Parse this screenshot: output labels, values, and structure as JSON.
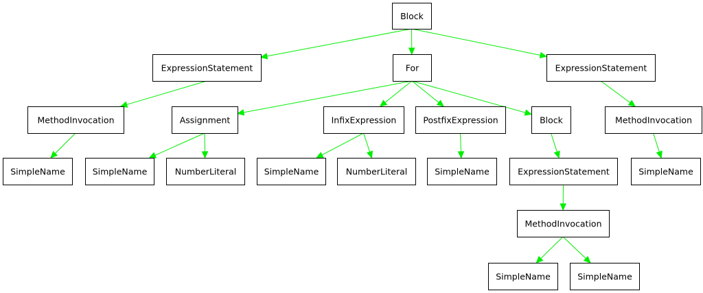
{
  "colors": {
    "edge": "#00ee00",
    "node_border": "#000000",
    "node_fill": "#ffffff",
    "background": "#ffffff"
  },
  "tree": {
    "nodes": [
      {
        "id": "n1",
        "label": "Block"
      },
      {
        "id": "n2",
        "label": "ExpressionStatement"
      },
      {
        "id": "n3",
        "label": "For"
      },
      {
        "id": "n4",
        "label": "ExpressionStatement"
      },
      {
        "id": "n5",
        "label": "MethodInvocation"
      },
      {
        "id": "n6",
        "label": "Assignment"
      },
      {
        "id": "n7",
        "label": "InfixExpression"
      },
      {
        "id": "n8",
        "label": "PostfixExpression"
      },
      {
        "id": "n9",
        "label": "Block"
      },
      {
        "id": "n10",
        "label": "MethodInvocation"
      },
      {
        "id": "n11",
        "label": "SimpleName"
      },
      {
        "id": "n12",
        "label": "SimpleName"
      },
      {
        "id": "n13",
        "label": "NumberLiteral"
      },
      {
        "id": "n14",
        "label": "SimpleName"
      },
      {
        "id": "n15",
        "label": "NumberLiteral"
      },
      {
        "id": "n16",
        "label": "SimpleName"
      },
      {
        "id": "n17",
        "label": "ExpressionStatement"
      },
      {
        "id": "n18",
        "label": "SimpleName"
      },
      {
        "id": "n19",
        "label": "MethodInvocation"
      },
      {
        "id": "n20",
        "label": "SimpleName"
      },
      {
        "id": "n21",
        "label": "SimpleName"
      }
    ],
    "edges": [
      [
        "n1",
        "n2"
      ],
      [
        "n1",
        "n3"
      ],
      [
        "n1",
        "n4"
      ],
      [
        "n2",
        "n5"
      ],
      [
        "n3",
        "n6"
      ],
      [
        "n3",
        "n7"
      ],
      [
        "n3",
        "n8"
      ],
      [
        "n3",
        "n9"
      ],
      [
        "n4",
        "n10"
      ],
      [
        "n5",
        "n11"
      ],
      [
        "n6",
        "n12"
      ],
      [
        "n6",
        "n13"
      ],
      [
        "n7",
        "n14"
      ],
      [
        "n7",
        "n15"
      ],
      [
        "n8",
        "n16"
      ],
      [
        "n9",
        "n17"
      ],
      [
        "n10",
        "n18"
      ],
      [
        "n17",
        "n19"
      ],
      [
        "n19",
        "n20"
      ],
      [
        "n19",
        "n21"
      ]
    ]
  }
}
